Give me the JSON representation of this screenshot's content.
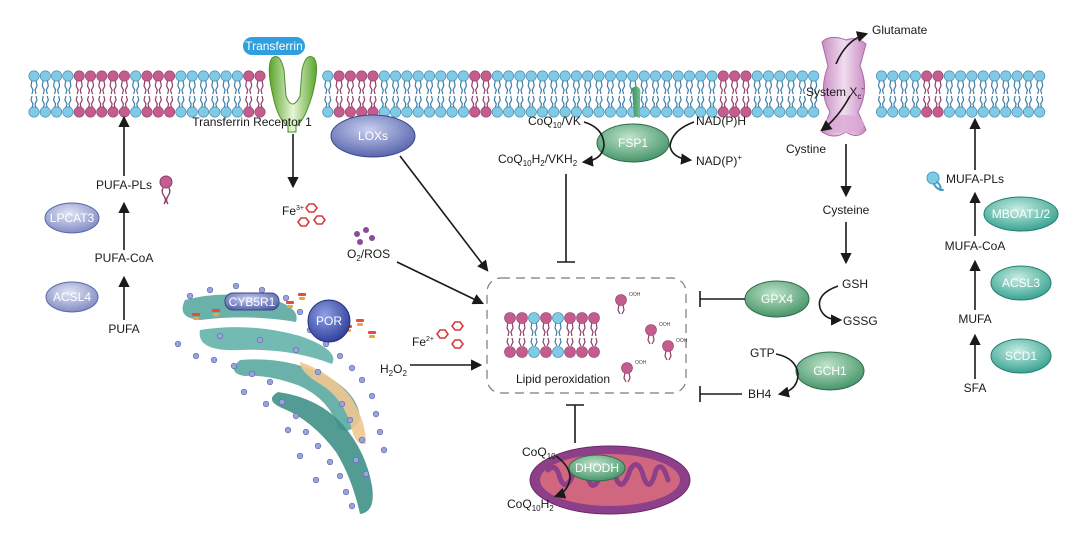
{
  "colors": {
    "pufa_head": "#c45c8e",
    "normal_head": "#7fcbe6",
    "enzyme_blue": "#4f5ea8",
    "enzyme_green": "#3d8f63",
    "enzyme_teal": "#3aa597",
    "mito_outer": "#8e3f89",
    "mito_inner": "#d1667f",
    "er": "#4fa39a",
    "transferrin": "#2f9fe0",
    "receptor": "#7ac043",
    "systemxc": "#c98cc4"
  },
  "labels": {
    "transferrin": "Transferrin",
    "transferrin_receptor": "Transferrin Receptor 1",
    "loxs": "LOXs",
    "fe3_top": "Fe",
    "fe3_top_sup": "3+",
    "o2_ros": "O",
    "o2_ros_sub": "2",
    "o2_ros_tail": "/ROS",
    "fe2": "Fe",
    "fe2_sup": "2+",
    "h2o2": "H",
    "h2o2_sub": "2",
    "h2o2_tail": "O",
    "h2o2_sub2": "2",
    "coq10_vk": "CoQ",
    "coq10_vk_sub": "10",
    "coq10_vk_tail": "/VK",
    "coq10h2_vkh2": "CoQ",
    "coq10h2_sub1": "10",
    "coq10h2_mid": "H",
    "coq10h2_sub2": "2",
    "coq10h2_tail": "/VKH",
    "coq10h2_sub3": "2",
    "fsp1": "FSP1",
    "nadph": "NAD(P)H",
    "nadp": "NAD(P)",
    "nadp_sup": "+",
    "system_xc": "System X",
    "system_xc_sub": "c",
    "system_xc_sup": "-",
    "glutamate": "Glutamate",
    "cystine": "Cystine",
    "cysteine": "Cysteine",
    "gsh": "GSH",
    "gssg": "GSSG",
    "gpx4": "GPX4",
    "gtp": "GTP",
    "gch1": "GCH1",
    "bh4": "BH4",
    "lipid_peroxidation": "Lipid peroxidation",
    "coq10_mito": "CoQ",
    "coq10_mito_sub": "10",
    "coq10h2_mito": "CoQ",
    "coq10h2_mito_sub": "10",
    "coq10h2_mito_mid": "H",
    "coq10h2_mito_sub2": "2",
    "dhodh": "DHODH",
    "cyb5r1": "CYB5R1",
    "por": "POR",
    "pufa_pls_left": "PUFA-PLs",
    "lpcat3": "LPCAT3",
    "pufa_coa": "PUFA-CoA",
    "acsl4": "ACSL4",
    "pufa": "PUFA",
    "mufa_pls": "MUFA-PLs",
    "mboat": "MBOAT1/2",
    "mufa_coa": "MUFA-CoA",
    "acsl3": "ACSL3",
    "mufa": "MUFA",
    "scd1": "SCD1",
    "sfa": "SFA",
    "ooh": "OOH"
  }
}
